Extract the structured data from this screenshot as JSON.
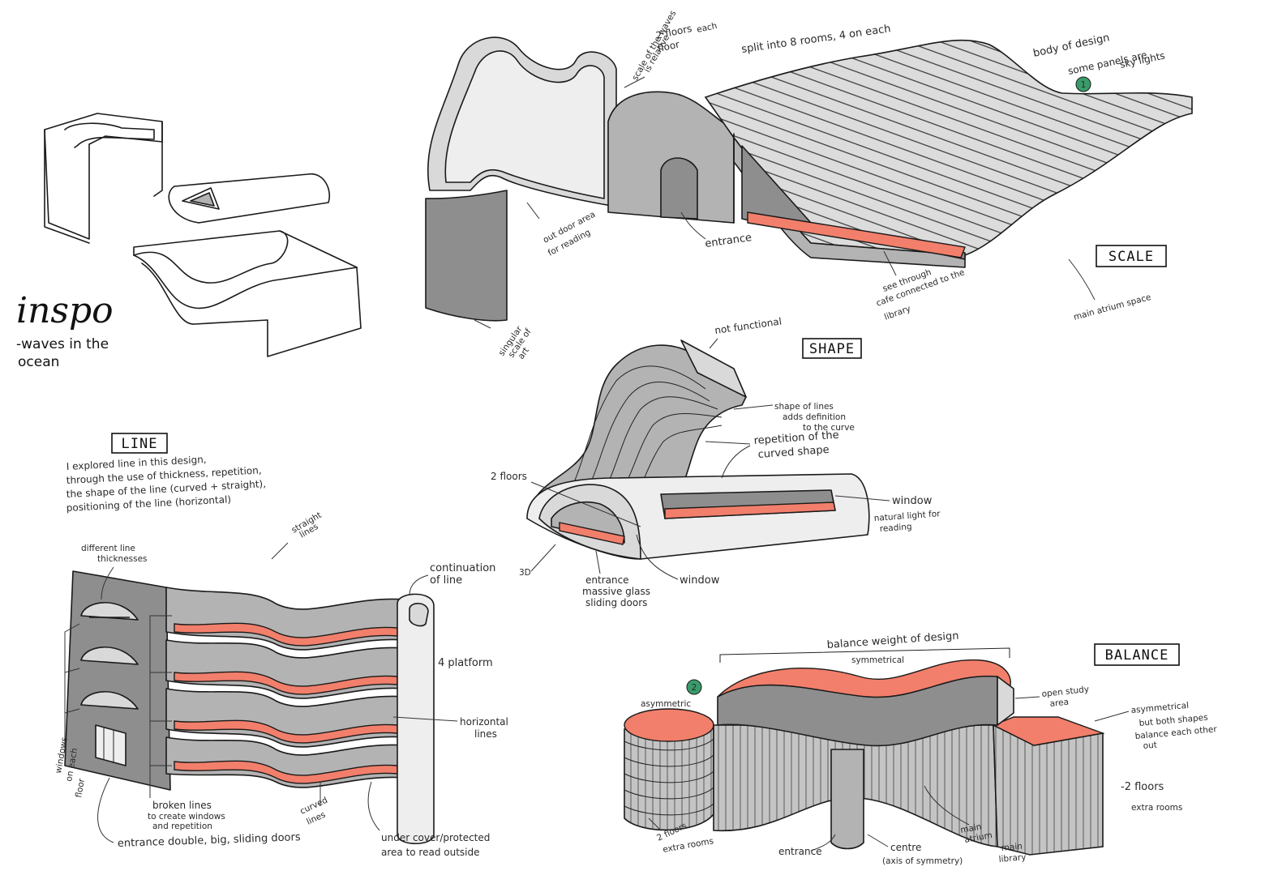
{
  "inspo": {
    "title": "inspo",
    "line1": "-waves in the",
    "line2": "ocean"
  },
  "scale": {
    "title": "SCALE",
    "body_line1": "body of design",
    "body_line2": "some panels are",
    "body_line3": "sky lights",
    "badge": "1",
    "split": "split into 8 rooms, 4 on each",
    "floors_line1": "2 floors",
    "floors_line2": "each",
    "floors_line3": "floor",
    "scale_line1": "scale of the waves",
    "scale_line2": "is relative",
    "outdoor_line1": "out door area",
    "outdoor_line2": "for reading",
    "entrance": "entrance",
    "cafe_line1": "see through",
    "cafe_line2": "cafe connected to the",
    "cafe_line3": "library",
    "atrium": "main atrium space",
    "singular_line1": "singular",
    "singular_line2": "scale of",
    "singular_line3": "art"
  },
  "shape": {
    "title": "SHAPE",
    "not_functional": "not functional",
    "lines_line1": "shape of lines",
    "lines_line2": "adds definition",
    "lines_line3": "to the curve",
    "rep_line1": "repetition of the",
    "rep_line2": "curved shape",
    "floors": "2 floors",
    "window": "window",
    "natural_line1": "natural light for",
    "natural_line2": "reading",
    "window2": "window",
    "entrance_line1": "entrance",
    "entrance_line2": "massive glass",
    "entrance_line3": "sliding doors",
    "three_d": "3D"
  },
  "line": {
    "title": "LINE",
    "p1": "I explored line in this design,",
    "p2": "through the use of thickness, repetition,",
    "p3": "the shape of the line (curved + straight),",
    "p4": "positioning of the line (horizontal)",
    "straight_line1": "straight",
    "straight_line2": "lines",
    "thick_line1": "different line",
    "thick_line2": "thicknesses",
    "continuation_line1": "continuation",
    "continuation_line2": "of line",
    "platform": "4 platform",
    "horizontal_line1": "horizontal",
    "horizontal_line2": "lines",
    "windows_line1": "windows",
    "windows_line2": "on each",
    "windows_line3": "floor",
    "broken_line1": "broken lines",
    "broken_line2": "to create windows",
    "broken_line3": "and repetition",
    "curved_line1": "curved",
    "curved_line2": "lines",
    "entrance": "entrance double, big, sliding doors",
    "undercover_line1": "under cover/protected",
    "undercover_line2": "area to read outside"
  },
  "balance": {
    "title": "BALANCE",
    "weight": "balance weight of design",
    "symmetrical": "symmetrical",
    "asymmetric": "asymmetric",
    "badge": "2",
    "study_line1": "open study",
    "study_line2": "area",
    "asym_line1": "asymmetrical",
    "asym_line2": "but both shapes",
    "asym_line3": "balance each other",
    "asym_line4": "out",
    "floors_line1": "-2 floors",
    "floors_line2": "extra rooms",
    "lower_floors_line1": "2 floors",
    "lower_floors_line2": "extra rooms",
    "entrance": "entrance",
    "centre_line1": "centre",
    "centre_line2": "(axis of symmetry)",
    "atrium_line1": "main",
    "atrium_line2": "atrium",
    "library_line1": "main",
    "library_line2": "library"
  },
  "colors": {
    "accent": "#f27f6b",
    "marker_light": "#d9d9d9",
    "marker_mid": "#b3b3b3",
    "marker_dark": "#8e8e8e",
    "badge_green": "#3a9b6a"
  }
}
